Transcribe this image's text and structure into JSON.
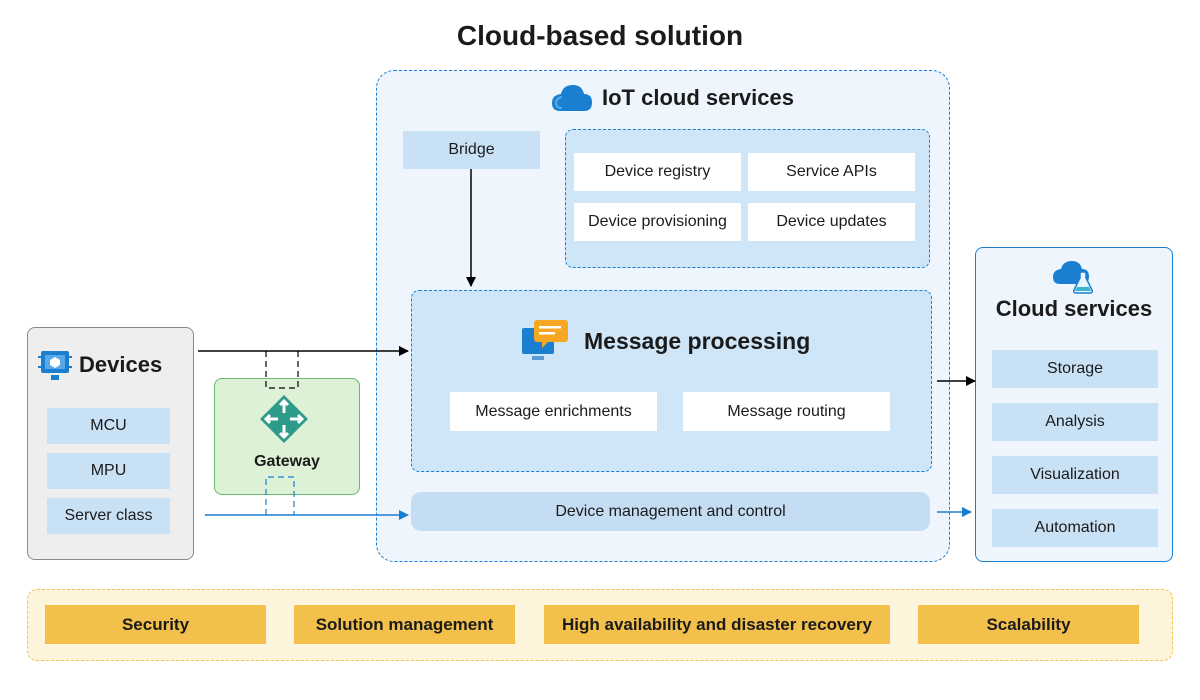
{
  "title": "Cloud-based solution",
  "iot": {
    "title": "IoT cloud services",
    "icon": "cloud-icon",
    "bridge": "Bridge",
    "services": [
      "Device registry",
      "Service APIs",
      "Device provisioning",
      "Device updates"
    ],
    "message_processing": {
      "title": "Message processing",
      "icon": "message-processing-icon",
      "items": [
        "Message enrichments",
        "Message routing"
      ]
    },
    "device_management": "Device management and control"
  },
  "devices": {
    "title": "Devices",
    "icon": "device-chip-icon",
    "items": [
      "MCU",
      "MPU",
      "Server class"
    ]
  },
  "gateway": {
    "label": "Gateway",
    "icon": "gateway-router-icon"
  },
  "cloud_services": {
    "title": "Cloud services",
    "icon": "cloud-lab-icon",
    "items": [
      "Storage",
      "Analysis",
      "Visualization",
      "Automation"
    ]
  },
  "cross_cutting": [
    "Security",
    "Solution management",
    "High availability and disaster recovery",
    "Scalability"
  ],
  "colors": {
    "accent_blue": "#1b7fd1",
    "chip_blue": "#c9e1f5",
    "gateway_green": "#dcf1d6",
    "band_yellow": "#f2c04b"
  }
}
